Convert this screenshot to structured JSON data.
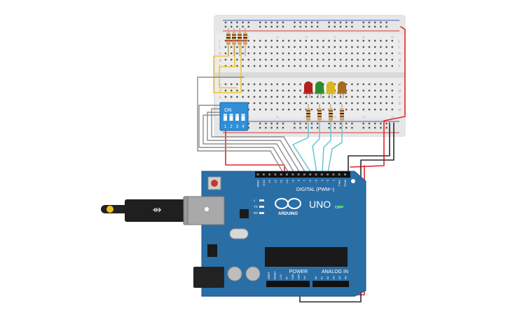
{
  "breadboard": {
    "row_letters_top": [
      "j",
      "i",
      "h",
      "g",
      "f"
    ],
    "row_letters_bottom": [
      "e",
      "d",
      "c",
      "b",
      "a"
    ],
    "column_numbers": [
      "1",
      "5",
      "10",
      "15",
      "20",
      "25",
      "30"
    ]
  },
  "dip_switch": {
    "on_label": "ON",
    "numbers": [
      "1",
      "2",
      "3",
      "4"
    ],
    "color": "#2f8fd8"
  },
  "leds": [
    {
      "color_name": "red",
      "color": "#b3201c"
    },
    {
      "color_name": "green",
      "color": "#2e8b2e"
    },
    {
      "color_name": "yellow",
      "color": "#d8b81f"
    },
    {
      "color_name": "orange",
      "color": "#a86a1c"
    }
  ],
  "arduino": {
    "model": "UNO",
    "brand": "ARDUINO",
    "digital_header": "DIGITAL (PWM~)",
    "power_header": "POWER",
    "analog_header": "ANALOG IN",
    "digital_pins": [
      "AREF",
      "GND",
      "13",
      "12",
      "~11",
      "~10",
      "~9",
      "8",
      "7",
      "~6",
      "~5",
      "4",
      "~3",
      "2",
      "TX▸1",
      "RX◂0"
    ],
    "power_pins": [
      "IOREF",
      "RESET",
      "3.3V",
      "5V",
      "GND",
      "GND",
      "Vin"
    ],
    "analog_pins": [
      "A0",
      "A1",
      "A2",
      "A3",
      "A4",
      "A5"
    ],
    "led_labels": [
      "L",
      "TX",
      "RX"
    ],
    "on_label": "ON",
    "board_color": "#2a6ea6"
  },
  "wire_colors": {
    "red": "#e5232a",
    "black": "#2b2b2b",
    "yellow": "#f2c72d",
    "gray": "#8d8d8d",
    "cyan": "#62c6d0"
  }
}
